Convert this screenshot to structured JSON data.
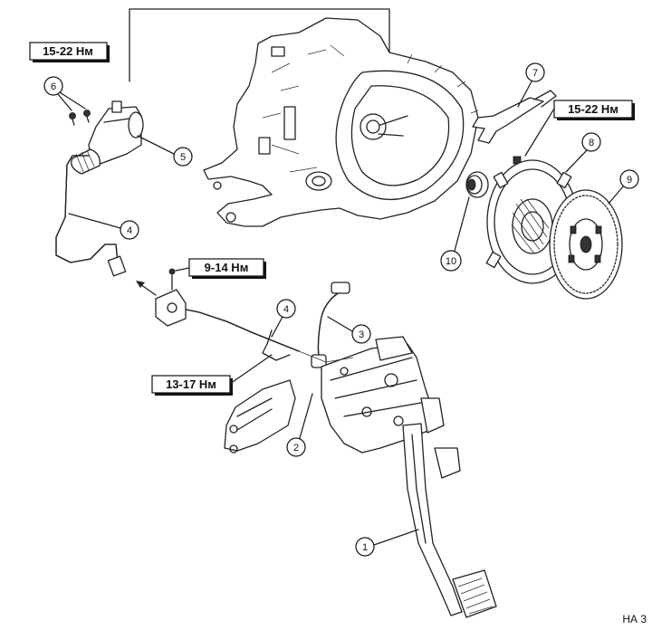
{
  "torque_labels": {
    "slave_cylinder_bolts": "15-22 Нм",
    "fork_bolt": "15-22 Нм",
    "bracket_bolt": "9-14 Нм",
    "pedal_bracket": "13-17 Нм"
  },
  "callouts": [
    "1",
    "2",
    "3",
    "4",
    "4",
    "5",
    "6",
    "7",
    "8",
    "9",
    "10"
  ],
  "reference": "НА 3"
}
